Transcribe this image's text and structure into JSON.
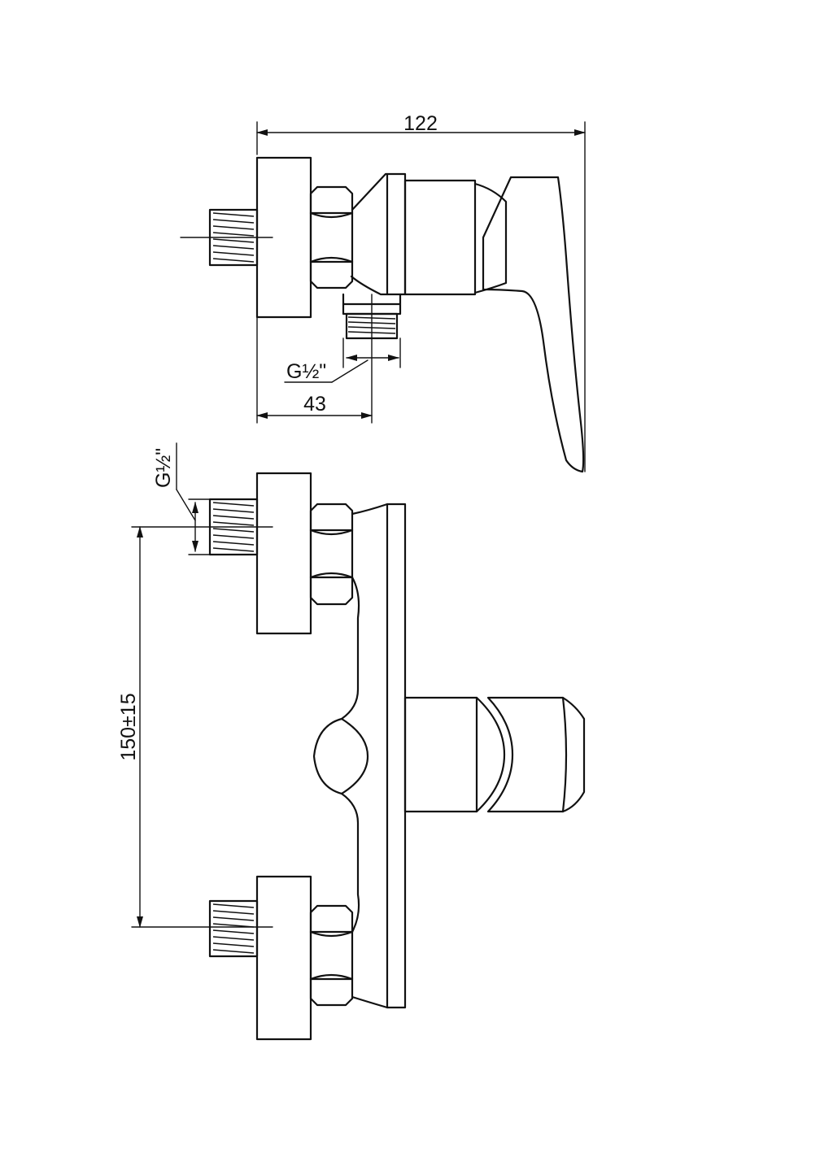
{
  "dimensions": {
    "overall_length": "122",
    "wall_offset": "43",
    "outlet_thread": "G½\"",
    "inlet_thread": "G½\"",
    "inlet_spacing": "150±15"
  },
  "colors": {
    "line": "#111111",
    "background": "#ffffff"
  }
}
